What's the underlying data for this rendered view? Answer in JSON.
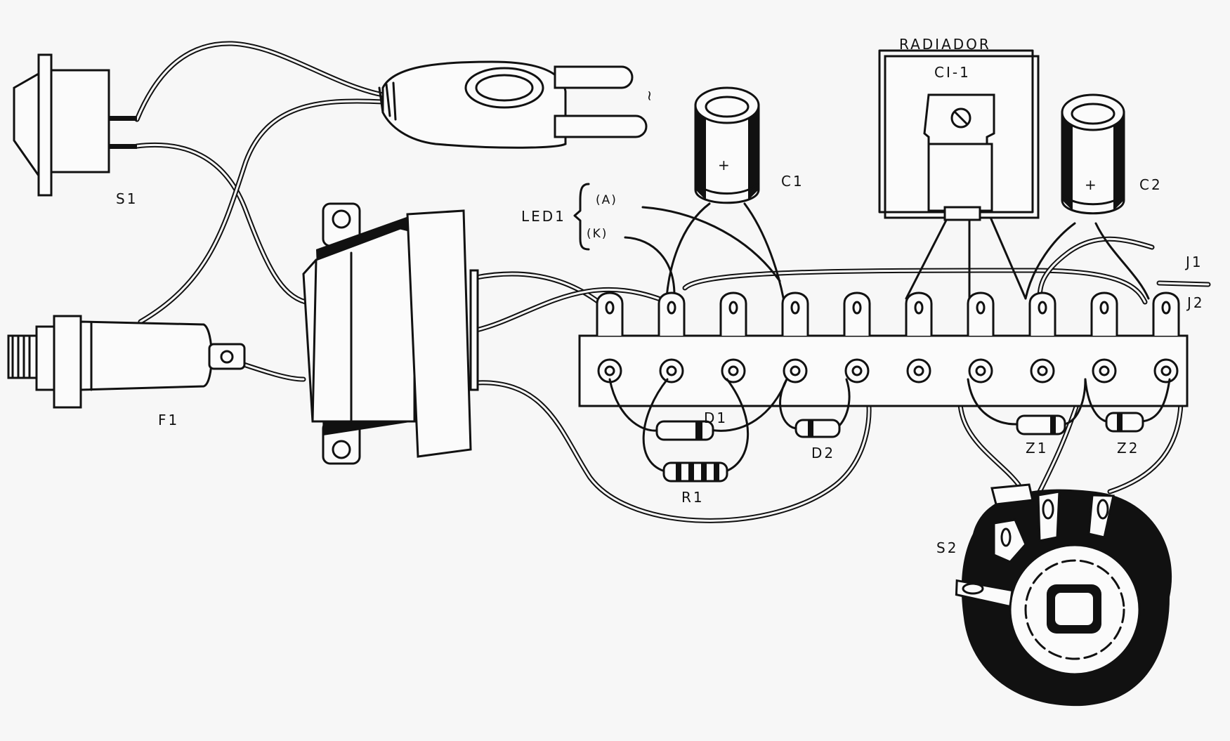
{
  "labels": {
    "s1": "S1",
    "f1": "F1",
    "led1": "LED1",
    "led_a": "(A)",
    "led_k": "(K)",
    "c1": "C1",
    "c2": "C2",
    "radiador": "RADIADOR",
    "ci1": "CI-1",
    "j1": "J1",
    "j2": "J2",
    "d1": "D1",
    "d2": "D2",
    "r1": "R1",
    "z1": "Z1",
    "z2": "Z2",
    "s2": "S2",
    "ac_symbol": "~",
    "plus": "+"
  }
}
